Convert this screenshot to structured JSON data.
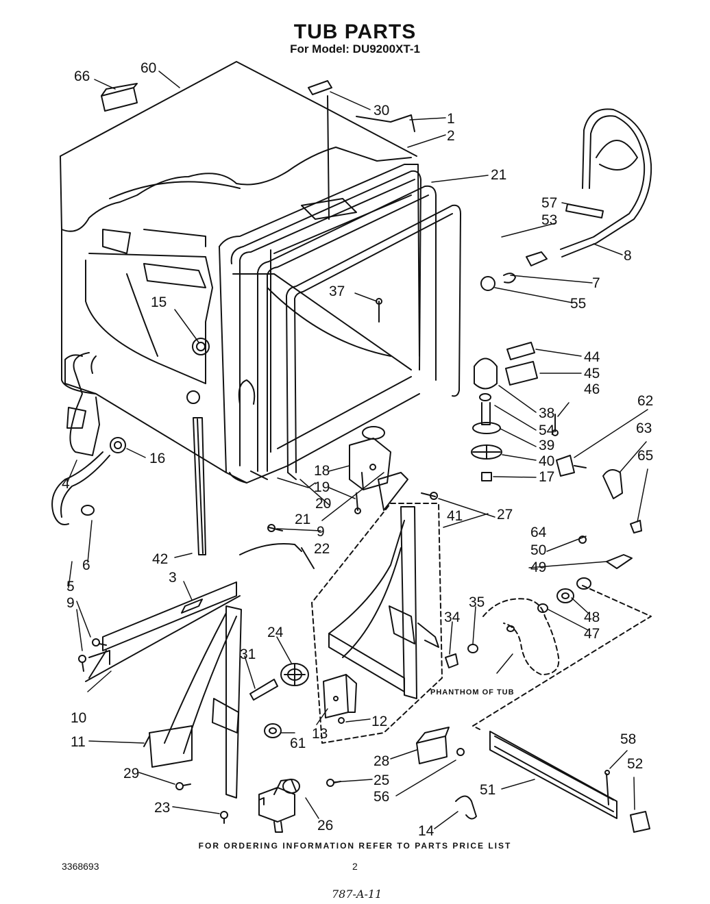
{
  "title": "TUB PARTS",
  "subtitle": "For Model: DU9200XT-1",
  "callouts": [
    "66",
    "60",
    "30",
    "1",
    "2",
    "21",
    "57",
    "53",
    "8",
    "7",
    "55",
    "37",
    "15",
    "44",
    "45",
    "46",
    "38",
    "54",
    "39",
    "40",
    "17",
    "62",
    "63",
    "65",
    "16",
    "4",
    "18",
    "19",
    "20",
    "21",
    "41",
    "64",
    "50",
    "49",
    "9",
    "22",
    "27",
    "48",
    "47",
    "6",
    "42",
    "5",
    "9",
    "3",
    "35",
    "34",
    "24",
    "31",
    "10",
    "12",
    "13",
    "11",
    "61",
    "58",
    "52",
    "28",
    "29",
    "25",
    "56",
    "51",
    "23",
    "26",
    "14"
  ],
  "phantom_label": "PHANTHOM OF TUB",
  "footer": "FOR ORDERING INFORMATION REFER TO PARTS PRICE LIST",
  "doc_number": "3368693",
  "page_number": "2",
  "handwritten_note": "787-A-11"
}
